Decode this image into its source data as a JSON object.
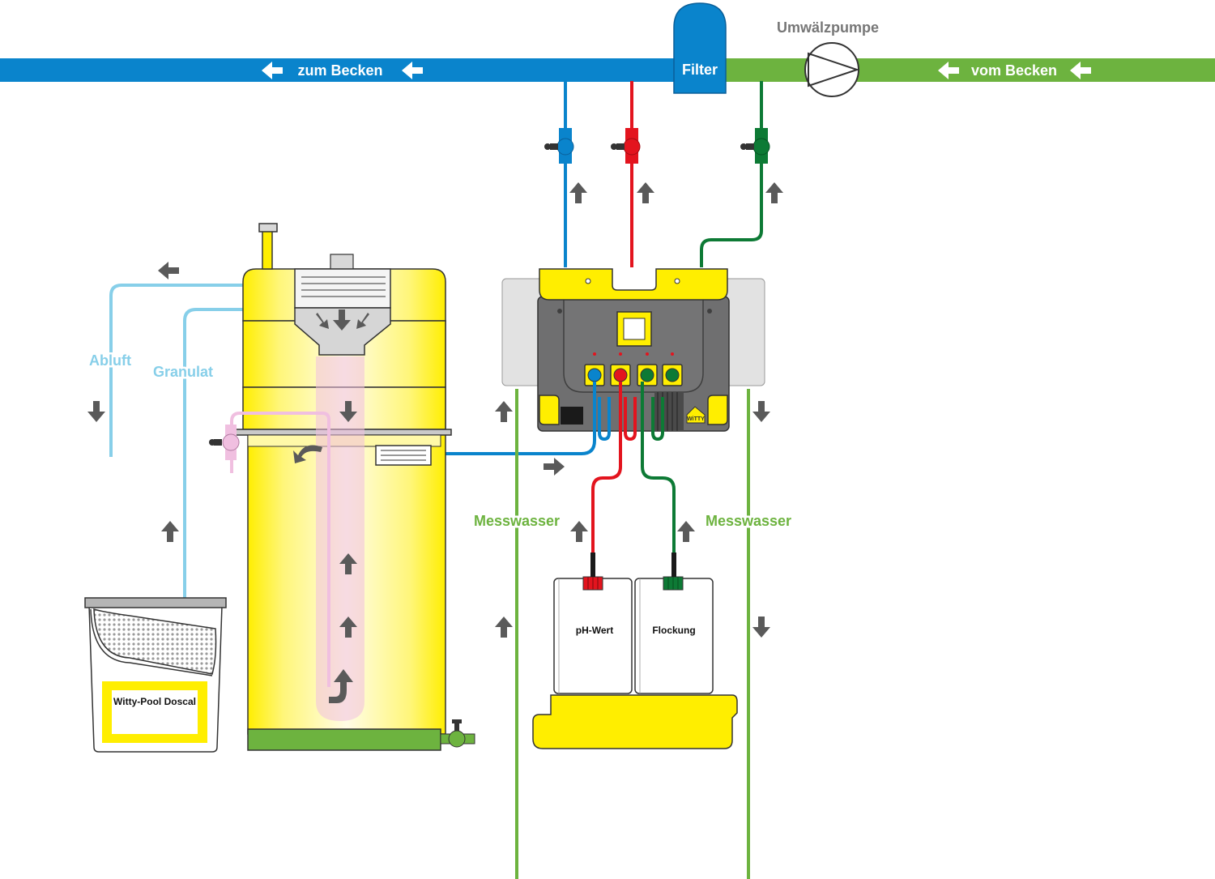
{
  "labels": {
    "pool_return": "zum Becken",
    "pool_supply": "vom Becken",
    "filter": "Filter",
    "pump": "Umwälzpumpe",
    "exhaust": "Abluft",
    "granulate": "Granulat",
    "sample_water_left": "Messwasser",
    "sample_water_right": "Messwasser",
    "canister_ph": "pH-Wert",
    "canister_flocculant": "Flockung",
    "bucket": "Witty-Pool Doscal",
    "logo": "WiTTY"
  },
  "colors": {
    "pipe_blue": "#0a84cc",
    "pipe_green": "#6db33f",
    "light_blue": "#87cfe9",
    "red": "#e3141e",
    "dark_green": "#0d7a35",
    "tank_yellow": "#ffee00",
    "pink": "#f0bfe0",
    "arrow_gray": "#5a5a5a",
    "panel_gray": "#6f6f70"
  },
  "icons": [
    "arrow-left-icon",
    "arrow-up-icon",
    "arrow-down-icon",
    "arrow-right-icon",
    "pump-icon",
    "valve-icon"
  ]
}
